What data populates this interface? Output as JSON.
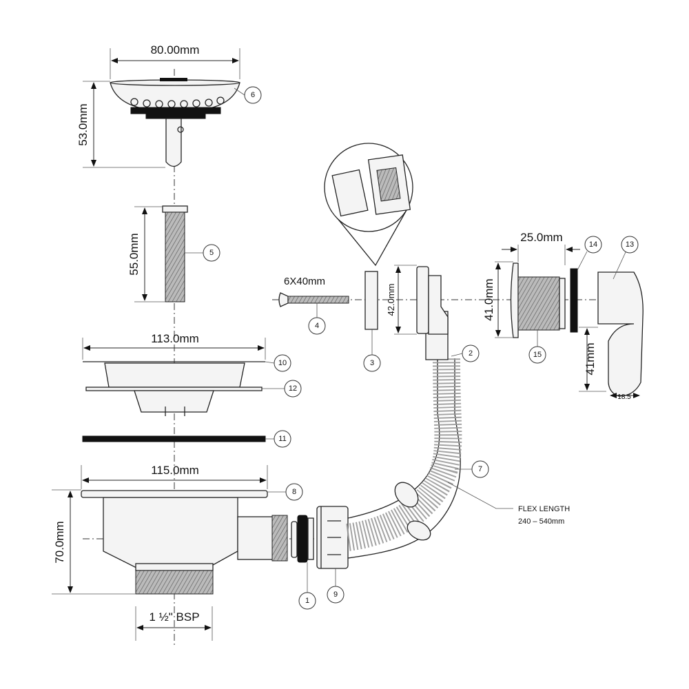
{
  "dimensions": {
    "strainer_width": "80.00mm",
    "strainer_height": "53.0mm",
    "bolt_length": "55.0mm",
    "plate_width": "113.0mm",
    "body_width": "115.0mm",
    "body_height": "70.0mm",
    "thread_size": "1 ½\" BSP",
    "screw_size": "6X40mm",
    "overflow_diameter": "42.0mm",
    "overflow_outlet_diameter": "41.0mm",
    "overflow_outlet_length": "25.0mm",
    "handle_height": "41mm",
    "handle_width": "18.5"
  },
  "parts": [
    "1",
    "2",
    "3",
    "4",
    "5",
    "6",
    "7",
    "8",
    "9",
    "10",
    "11",
    "12",
    "13",
    "14",
    "15"
  ],
  "notes": {
    "flex_title": "FLEX LENGTH",
    "flex_range": "240 – 540mm"
  }
}
